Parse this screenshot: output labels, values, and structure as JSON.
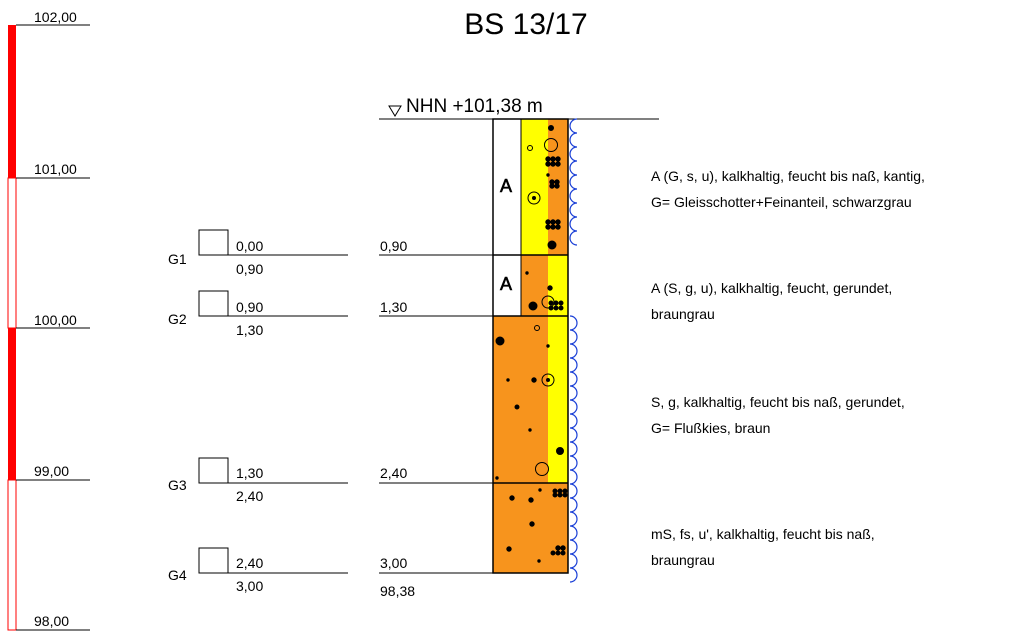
{
  "title": "BS 13/17",
  "datum_label": "NHN +101,38 m",
  "elevation_scale": [
    {
      "elevation": "102,00",
      "value": 102.0
    },
    {
      "elevation": "101,00",
      "value": 101.0
    },
    {
      "elevation": "100,00",
      "value": 100.0
    },
    {
      "elevation": "99,00",
      "value": 99.0
    },
    {
      "elevation": "98,00",
      "value": 98.0
    }
  ],
  "samples": [
    {
      "name": "G1",
      "top": "0,00",
      "bottom": "0,90"
    },
    {
      "name": "G2",
      "top": "0,90",
      "bottom": "1,30"
    },
    {
      "name": "G3",
      "top": "1,30",
      "bottom": "2,40"
    },
    {
      "name": "G4",
      "top": "2,40",
      "bottom": "3,00"
    }
  ],
  "layers": [
    {
      "bottom_depth": "0,90",
      "depth_value": 0.9,
      "code": "A",
      "description": [
        "A (G, s, u), kalkhaltig, feucht bis naß, kantig,",
        "G= Gleisschotter+Feinanteil, schwarzgrau"
      ]
    },
    {
      "bottom_depth": "1,30",
      "depth_value": 1.3,
      "code": "A",
      "description": [
        "A (S, g, u), kalkhaltig, feucht, gerundet,",
        "braungrau"
      ]
    },
    {
      "bottom_depth": "2,40",
      "depth_value": 2.4,
      "code": "",
      "description": [
        "S, g, kalkhaltig, feucht bis naß, gerundet,",
        "G= Flußkies, braun"
      ]
    },
    {
      "bottom_depth": "3,00",
      "depth_value": 3.0,
      "code": "",
      "description": [
        "mS, fs, u', kalkhaltig, feucht bis naß,",
        "braungrau"
      ]
    }
  ],
  "final_elevation": "98,38",
  "colors": {
    "orange": "#f7941d",
    "yellow": "#ffff00",
    "red": "#ff0000",
    "water": "#1a3fd6"
  }
}
